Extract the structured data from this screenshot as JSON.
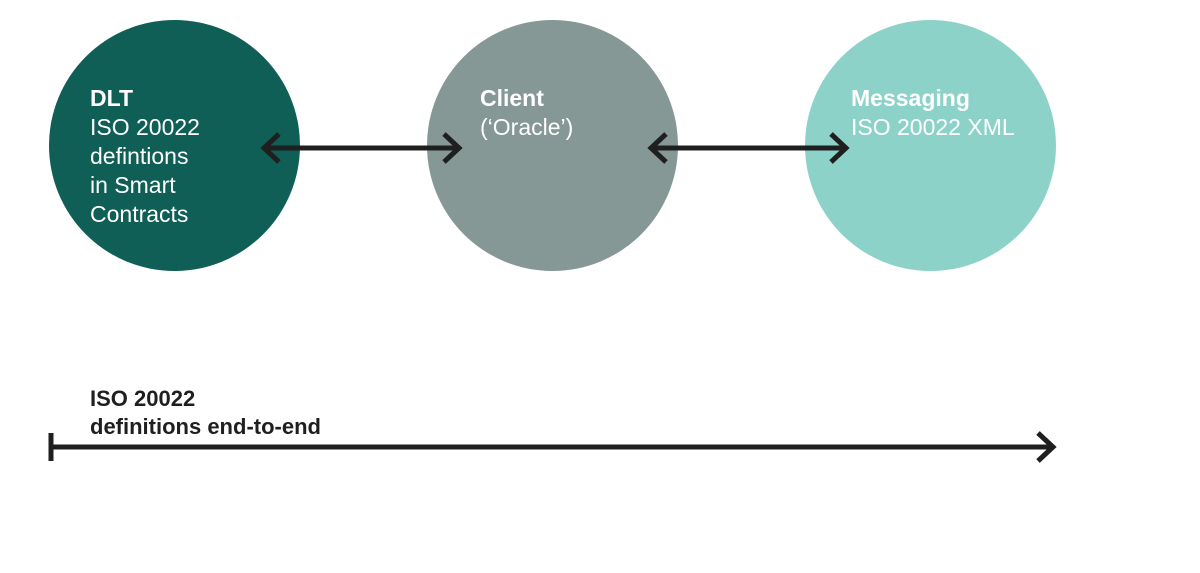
{
  "nodes": {
    "dlt": {
      "title": "DLT",
      "body": "ISO 20022\ndefintions\nin Smart\nContracts",
      "color": "#0f5f56"
    },
    "client": {
      "title": "Client",
      "body": "(‘Oracle’)",
      "color": "#869895"
    },
    "messaging": {
      "title": "Messaging",
      "body": "ISO 20022 XML",
      "color": "#8cd2c9"
    }
  },
  "connections": [
    {
      "from": "dlt",
      "to": "client",
      "direction": "bidirectional"
    },
    {
      "from": "client",
      "to": "messaging",
      "direction": "bidirectional"
    }
  ],
  "timeline": {
    "label": "ISO 20022\ndefinitions end-to-end",
    "color": "#1f1f1f"
  }
}
